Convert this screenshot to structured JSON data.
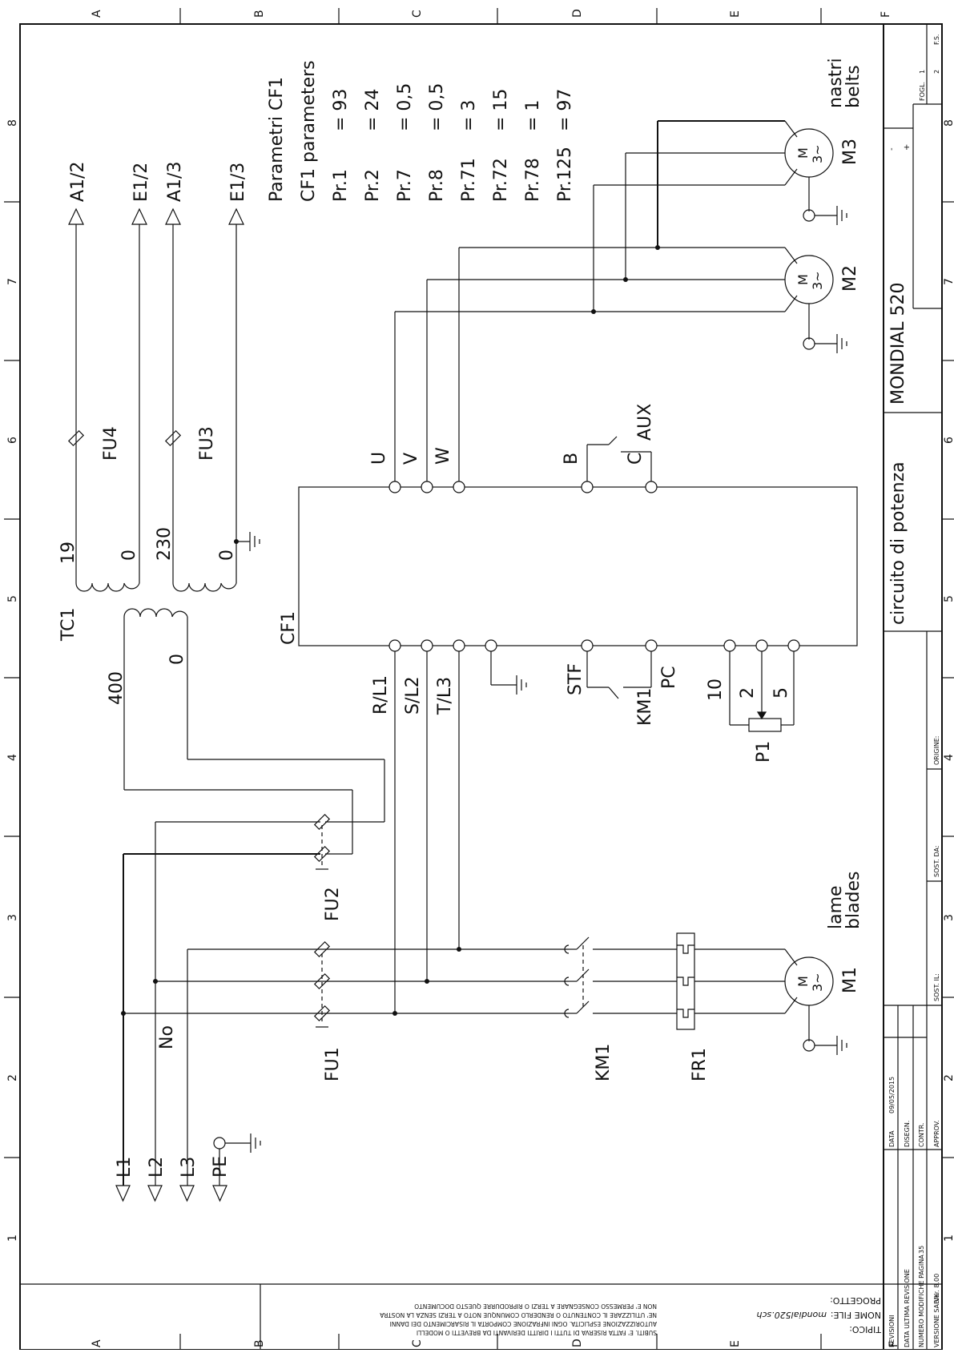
{
  "sheet": {
    "zones_top": [
      "A",
      "B",
      "C",
      "D",
      "E",
      "F"
    ],
    "zones_bottom": [
      "A",
      "B",
      "C",
      "D",
      "E",
      "F"
    ],
    "columns_left": [
      "8",
      "7",
      "6",
      "5",
      "4",
      "3",
      "2",
      "1"
    ],
    "columns_right": [
      "8",
      "7",
      "6",
      "5",
      "4",
      "3",
      "2",
      "1"
    ]
  },
  "supply": {
    "l1": "L1",
    "l2": "L2",
    "l3": "L3",
    "pe": "PE",
    "no": "No"
  },
  "fuses": {
    "fu1": "FU1",
    "fu2": "FU2",
    "fu3": "FU3",
    "fu4": "FU4"
  },
  "transformer": {
    "name": "TC1",
    "primary": "400",
    "primary_zero": "0",
    "sec1": "19",
    "sec1_zero": "0",
    "sec2": "230",
    "sec2_zero": "0"
  },
  "outputs": {
    "a12": "A1/2",
    "e12": "E1/2",
    "a13": "A1/3",
    "e13": "E1/3"
  },
  "inverter": {
    "name": "CF1",
    "top_terminals": [
      "U",
      "V",
      "W",
      "B",
      "C",
      "AUX"
    ],
    "bottom_terminals": [
      "R/L1",
      "S/L2",
      "T/L3",
      "STF",
      "PC",
      "10",
      "2",
      "5"
    ],
    "km1_contact": "KM1",
    "pot": "P1"
  },
  "parameters": {
    "title_it": "Parametri CF1",
    "title_en": "CF1 parameters",
    "rows": [
      {
        "name": "Pr.1",
        "value": "= 93"
      },
      {
        "name": "Pr.2",
        "value": "= 24"
      },
      {
        "name": "Pr.7",
        "value": "= 0,5"
      },
      {
        "name": "Pr.8",
        "value": "= 0,5"
      },
      {
        "name": "Pr.71",
        "value": "= 3"
      },
      {
        "name": "Pr.72",
        "value": "= 15"
      },
      {
        "name": "Pr.78",
        "value": "= 1"
      },
      {
        "name": "Pr.125",
        "value": "= 97"
      }
    ]
  },
  "motors": {
    "m1": "M1",
    "m2": "M2",
    "m3": "M3",
    "symbol_m": "M",
    "symbol_3": "3~",
    "m1_it": "lame",
    "m1_en": "blades",
    "m3_it": "nastri",
    "m3_en": "belts"
  },
  "contactor": {
    "km1": "KM1",
    "fr1": "FR1"
  },
  "title_block": {
    "machine": "MONDIAL 520",
    "description": "circuito di potenza",
    "foglio_label": "FOGL.",
    "foglio": "1",
    "fs_label": "F.S.",
    "fs": "2",
    "minus": "-",
    "plus": "+",
    "origine": "ORIGINE:",
    "sost_da": "SOST. DA:",
    "sost_il": "SOST. IL:",
    "data_label": "DATA",
    "data": "09/05/2015",
    "disegn": "DISEGN.",
    "contr": "CONTR.",
    "approv": "APPROV.",
    "revisioni": "REVISIONI",
    "data_ultima_revisione": "DATA ULTIMA REVISIONE",
    "numero_modifiche": "NUMERO MODIFICHE PAGINA",
    "numero_modifiche_val": "35",
    "versione": "VERSIONE SABIK",
    "versione_val": "Ver. 8.00",
    "tipico": "TIPICO:",
    "nome_file_label": "NOME FILE:",
    "nome_file": "mondial520.sch",
    "progetto": "PROGETTO:",
    "notice1": "NON E' PERMESSO CONSEGNARE A TERZI O RIPRODURRE QUESTO DOCUMENTO",
    "notice2": "NE' UTILIZZARE IL CONTENUTO O RENDERLO COMUNQUE NOTO A TERZI SENZA LA NOSTRA",
    "notice3": "AUTORIZZAZIONE ESPLICITA. OGNI INFRAZIONE COMPORTA IL RISARCIMENTO DEI DANNI",
    "notice4": "SUBITI. E' FATTA RISERVA DI TUTTI I DIRITTI DERIVANTI DA BREVETTI O MODELLI"
  }
}
